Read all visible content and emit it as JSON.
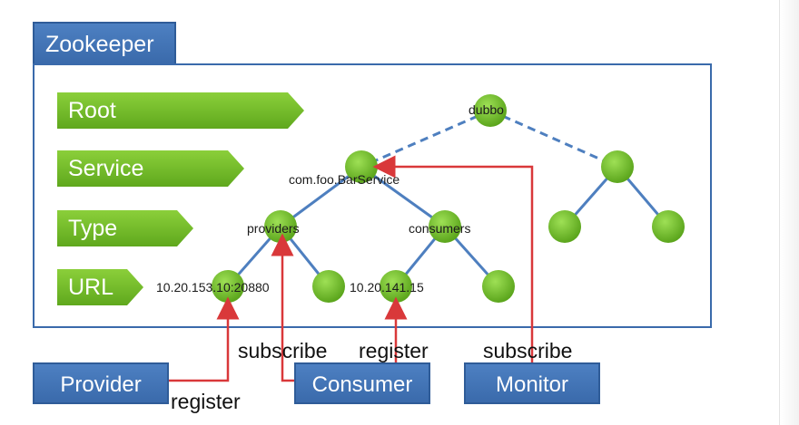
{
  "zookeeper": {
    "title": "Zookeeper"
  },
  "levels": {
    "root": "Root",
    "service": "Service",
    "type": "Type",
    "url": "URL"
  },
  "nodes": {
    "dubbo": "dubbo",
    "service": "com.foo.BarService",
    "providers": "providers",
    "consumers": "consumers",
    "provider_url": "10.20.153.10:20880",
    "consumer_url": "10.20.141.15"
  },
  "actors": {
    "provider": "Provider",
    "consumer": "Consumer",
    "monitor": "Monitor"
  },
  "actions": {
    "provider_register": "register",
    "consumer_subscribe": "subscribe",
    "consumer_register": "register",
    "monitor_subscribe": "subscribe"
  },
  "colors": {
    "node_green": "#6cb92a",
    "frame_blue": "#3a6aab",
    "arrow_red": "#d9383a",
    "edge_blue": "#4e7fbf"
  }
}
